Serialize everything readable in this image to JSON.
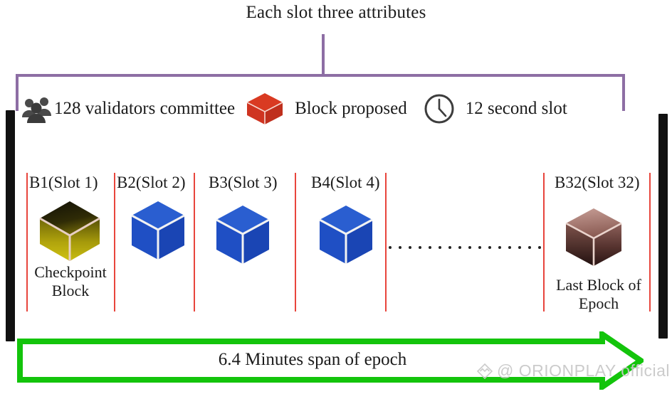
{
  "title": "Each slot three attributes",
  "legend": {
    "items": [
      {
        "icon": "people-icon",
        "label": "128 validators committee"
      },
      {
        "icon": "red-cube-icon",
        "label": "Block proposed"
      },
      {
        "icon": "clock-icon",
        "label": "12 second slot"
      }
    ]
  },
  "slots": [
    {
      "label": "B1(Slot 1)",
      "sub": "Checkpoint\nBlock",
      "cube": "gold-cube"
    },
    {
      "label": "B2(Slot 2)",
      "sub": "",
      "cube": "blue-cube"
    },
    {
      "label": "B3(Slot 3)",
      "sub": "",
      "cube": "blue-cube"
    },
    {
      "label": "B4(Slot 4)",
      "sub": "",
      "cube": "blue-cube"
    },
    {
      "label": "B32(Slot 32)",
      "sub": "Last Block of\nEpoch",
      "cube": "maroon-cube"
    }
  ],
  "ellipsis_dots": 16,
  "timeline": {
    "span_label": "6.4 Minutes span of epoch"
  },
  "watermark": {
    "text": "@ ORIONPLAY official"
  },
  "colors": {
    "bracket": "#8d6ea4",
    "divider": "#e8453c",
    "arrow": "#13c40b",
    "block_proposed_cube": "#d93a22",
    "slot_cube": "#1f4fc4",
    "bar": "#111111",
    "watermark": "#c9c9c9"
  }
}
